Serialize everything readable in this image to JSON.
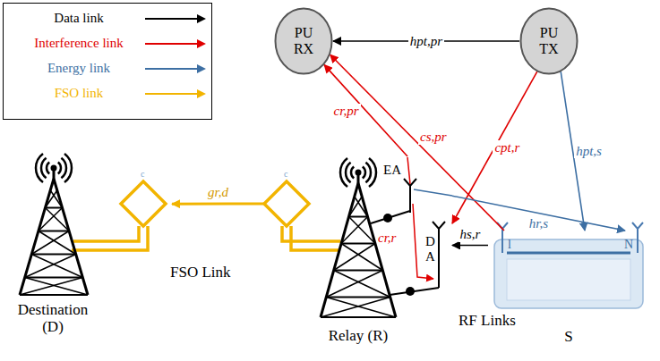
{
  "diagram": {
    "nodes": [
      {
        "text": [
          "PU RX"
        ]
      },
      {
        "text": [
          "PU TX"
        ]
      },
      {
        "text": [
          "Destination (D)"
        ]
      },
      {
        "text": [
          "Relay (R)"
        ]
      },
      {
        "text": [
          "S"
        ]
      }
    ],
    "edges": [
      {
        "from": 1,
        "to": 0,
        "arrow": "to",
        "label": "hpt,pr"
      },
      {
        "from": 3,
        "to": 0,
        "arrow": "to",
        "label": "cr,pr"
      },
      {
        "from": 4,
        "to": 0,
        "arrow": "to",
        "label": "cs,pr"
      },
      {
        "from": 1,
        "to": 3,
        "arrow": "to",
        "label": "cpt,r"
      },
      {
        "from": 1,
        "to": 4,
        "arrow": "to",
        "label": "hpt,s"
      },
      {
        "from": 3,
        "to": 4,
        "arrow": "to",
        "label": "hr,s"
      },
      {
        "from": 4,
        "to": 3,
        "arrow": "to",
        "label": "hs,r"
      },
      {
        "from": 3,
        "to": 2,
        "arrow": "to",
        "label": "gr,d"
      }
    ],
    "labels": [
      "EA",
      "D A",
      "cr,r",
      "l",
      "N",
      "c",
      "c",
      "FSO Link",
      "RF Links"
    ],
    "legend": [
      {
        "text": "Data link",
        "color": "#000000"
      },
      {
        "text": "Interference link",
        "color": "#e00000"
      },
      {
        "text": "Energy link",
        "color": "#3d6fa3"
      },
      {
        "text": "FSO link",
        "color": "#f2b400"
      }
    ]
  }
}
